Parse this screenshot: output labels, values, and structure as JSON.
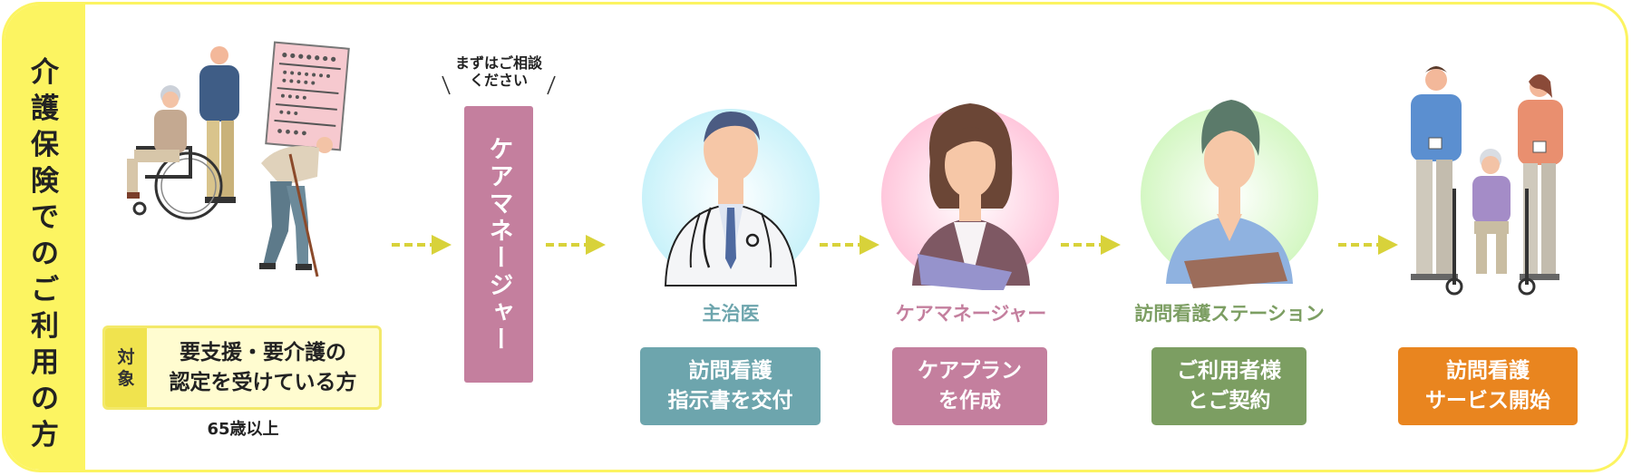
{
  "sidebar": {
    "title": [
      "介",
      "護",
      "保",
      "険",
      "で",
      "の",
      "ご",
      "利",
      "用",
      "の",
      "方"
    ]
  },
  "target": {
    "tag": [
      "対",
      "象"
    ],
    "line1": "要支援・要介護の",
    "line2": "認定を受けている方",
    "age": "65歳以上"
  },
  "consult": {
    "line1": "まずはご相談",
    "line2": "ください"
  },
  "care_manager_vertical": "ケアマネージャー",
  "steps": [
    {
      "role": "主治医",
      "line1": "訪問看護",
      "line2": "指示書を交付"
    },
    {
      "role": "ケアマネージャー",
      "line1": "ケアプラン",
      "line2": "を作成"
    },
    {
      "role": "訪問看護ステーション",
      "line1": "ご利用者様",
      "line2": "とご契約"
    },
    {
      "role": "",
      "line1": "訪問看護",
      "line2": "サービス開始"
    }
  ],
  "colors": {
    "accent_yellow": "#fcf461",
    "arrow": "#d8d23a",
    "doctor": "#6da5ad",
    "care_manager": "#c47f9e",
    "station": "#7c9e62",
    "service": "#e9851f"
  }
}
